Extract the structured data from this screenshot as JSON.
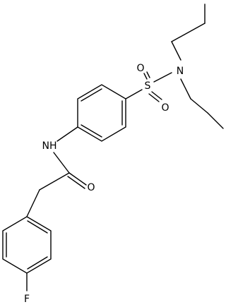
{
  "molecule": {
    "atom_labels": {
      "sulfur": "S",
      "sulfonyl_oxygen_upper": "O",
      "sulfonyl_oxygen_lower": "O",
      "sulfonamide_nitrogen": "N",
      "amide_nitrogen": "NH",
      "carbonyl_oxygen": "O",
      "fluorine": "F"
    },
    "colors": {
      "bond": "#000000",
      "label": "#000000",
      "background": "#ffffff"
    }
  }
}
